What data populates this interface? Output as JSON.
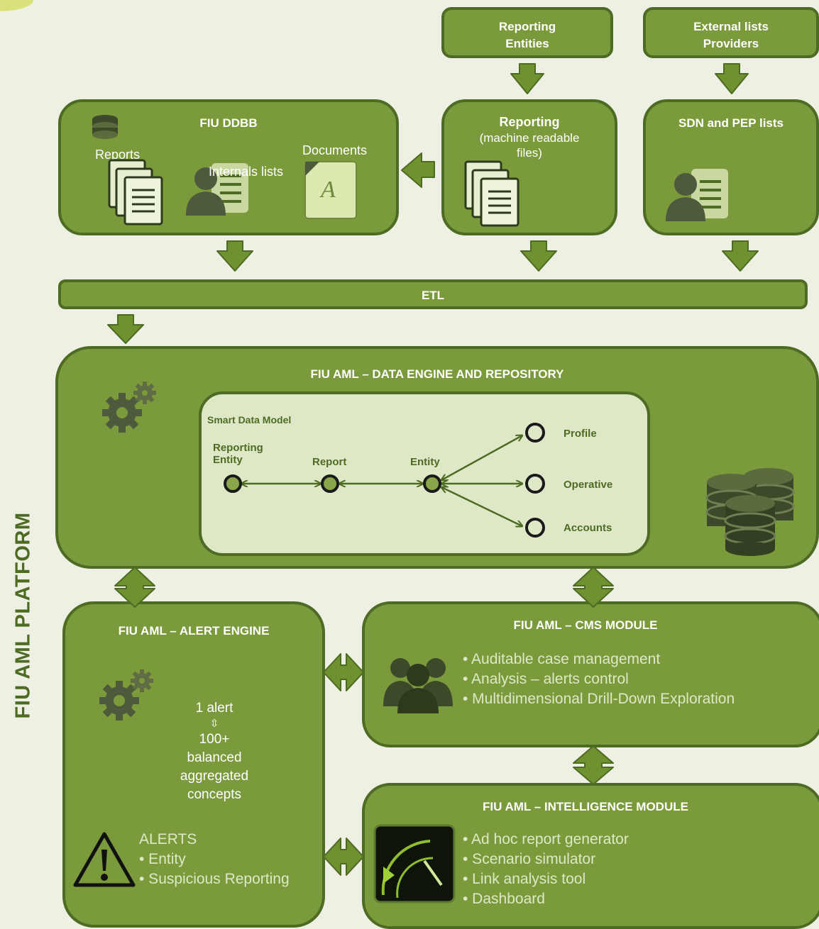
{
  "platform_title": "FIU AML PLATFORM",
  "reporting_entities": "Reporting\nEntities",
  "external_lists": "External lists\nProviders",
  "fiu_ddbb": {
    "title": "FIU DDBB",
    "reports": "Reports",
    "internals": "Internals lists",
    "documents": "Documents"
  },
  "reporting": {
    "title": "Reporting",
    "subtitle": "(machine readable\nfiles)"
  },
  "sdn": {
    "title": "SDN and PEP lists"
  },
  "etl": "ETL",
  "data_engine": {
    "title": "FIU AML – DATA ENGINE AND REPOSITORY",
    "model_title": "Smart Data Model",
    "nodes": {
      "reporting_entity": "Reporting\nEntity",
      "report": "Report",
      "entity": "Entity",
      "profile": "Profile",
      "operative": "Operative",
      "accounts": "Accounts"
    }
  },
  "alert_engine": {
    "title": "FIU AML – ALERT ENGINE",
    "line1": "1 alert",
    "arrow": "⇳",
    "line2": "100+\nbalanced\naggregated\nconcepts",
    "alerts_title": "ALERTS",
    "alerts": [
      "• Entity",
      "• Suspicious Reporting"
    ]
  },
  "cms": {
    "title": "FIU AML – CMS MODULE",
    "bullets": [
      "• Auditable case management",
      "• Analysis – alerts control",
      "• Multidimensional  Drill-Down  Exploration"
    ]
  },
  "intelligence": {
    "title": "FIU AML – INTELLIGENCE MODULE",
    "bullets": [
      "• Ad hoc report generator",
      "• Scenario simulator",
      "• Link analysis tool",
      "• Dashboard"
    ]
  },
  "colors": {
    "box_fill": "#7a9a3c",
    "box_border": "#4d6b23",
    "background": "#eef0e4",
    "inner_panel": "#dfe8c6"
  }
}
